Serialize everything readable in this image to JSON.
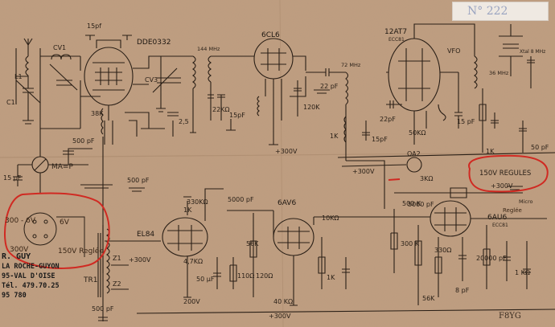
{
  "tubes": {
    "dk": "DDE0332",
    "rf": "6CL6",
    "vfo": "12AT7",
    "vfo_sub": "ECC81",
    "af": "6AV6",
    "pa": "EL84",
    "buf": "6AU6",
    "buf_sub": "ECC81"
  },
  "labels": {
    "c_13pf_top": "15pf",
    "l1": "L1",
    "c1": "C1",
    "cv1": "CV1",
    "cv3": "CV3",
    "freq_144": "144 MHz",
    "freq_72": "72 MHz",
    "freq_36": "36 MHz",
    "r_38k": "38K",
    "r_22k": "22KΩ",
    "r_120k": "120K",
    "c_22pf_a": "22 pF",
    "c_22pf_b": "22pF",
    "c_15pf_a": "15pF",
    "c_15pf_b": "15pF",
    "c_15pf_c": "15 pF",
    "c_15pf_left": "15 pF",
    "c_500pf_a": "500 pF",
    "c_500pf_b": "500 pF",
    "c_500pf_bottom": "500 pF",
    "c_5000pf_a": "5000 pF",
    "c_5000pf_b": "5000 pF",
    "c_50pf": "50 pF",
    "c_20000pf": "20000 pF",
    "c_8pf": "8 pF",
    "c_50u": "50 μF",
    "c_25": "2,5",
    "r_1k_a": "1K",
    "r_1k_b": "1K",
    "r_1k_c": "1K",
    "r_1k_d": "1 KΩ",
    "r_1k_e": "1K",
    "r_3k": "3KΩ",
    "r_10k": "10KΩ",
    "r_4k7": "4,7KΩ",
    "r_330k": "330KΩ",
    "r_330": "330Ω",
    "r_300k": "300 K",
    "r_56k": "56K",
    "r_56k_b": "56K",
    "r_500k": "500 K",
    "r_50k": "50KΩ",
    "r_40k": "40 KΩ",
    "r_120r": "120Ω",
    "r_110": "110Ω",
    "ma_p": "MA=P",
    "micro": "Micro",
    "regulated_150_top": "150V REGULES",
    "oa2": "OA2",
    "xtal": "Xtal 8 MHz",
    "vfo_lbl": "VFO",
    "b300_a": "+300V",
    "b300_b": "+300V",
    "b300_c": "+300V",
    "b300_d": "+300V",
    "b300_e": "+300V",
    "b200": "200V",
    "tr1": "TR1",
    "z1": "Z1",
    "z2": "Z2",
    "reg_ink": "Reglée",
    "v300_6v": "300 - 6V",
    "v6": "6V",
    "v300": "300V",
    "v150_reg": "150V Reglée"
  },
  "stamp": {
    "name": "R. GUY",
    "town": "LA ROCHE-GUYON",
    "dept": "95-VAL D'OISE",
    "tel": "Tél. 479.70.25",
    "zip": "95 780"
  },
  "ref_tag": "N° 222",
  "signature": "F8YG"
}
